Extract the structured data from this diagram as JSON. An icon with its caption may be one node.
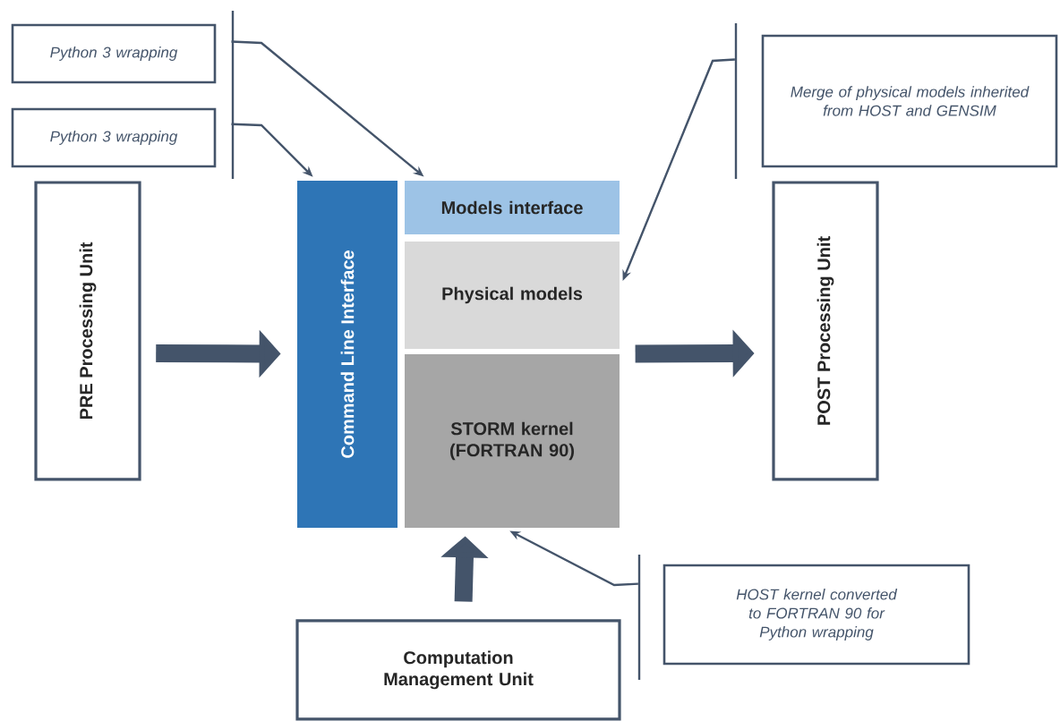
{
  "diagram": {
    "nodes": [
      {
        "text": [
          "Python 3 wrapping"
        ]
      },
      {
        "text": [
          "Python 3 wrapping"
        ]
      },
      {
        "text": [
          "Merge of physical models inherited from HOST and GENSIM"
        ]
      },
      {
        "text": [
          "PRE Processing Unit"
        ]
      },
      {
        "text": [
          "Command Line Interface"
        ]
      },
      {
        "text": [
          "Models interface"
        ]
      },
      {
        "text": [
          "Physical models"
        ]
      },
      {
        "text": [
          "STORM kernel (FORTRAN 90)"
        ]
      },
      {
        "text": [
          "POST Processing Unit"
        ]
      },
      {
        "text": [
          "HOST kernel converted to FORTRAN 90 for Python wrapping"
        ]
      },
      {
        "text": [
          "Computation Management Unit"
        ]
      }
    ],
    "edges": [
      {
        "from": 0,
        "to": 5,
        "arrow": "to"
      },
      {
        "from": 1,
        "to": 4,
        "arrow": "to"
      },
      {
        "from": 2,
        "to": 6,
        "arrow": "to"
      },
      {
        "from": 9,
        "to": 7,
        "arrow": "to"
      },
      {
        "from": 3,
        "to": 4,
        "arrow": "to",
        "style": "thick"
      },
      {
        "from": 6,
        "to": 8,
        "arrow": "to",
        "style": "thick"
      },
      {
        "from": 10,
        "to": 7,
        "arrow": "to",
        "style": "thick"
      }
    ]
  }
}
